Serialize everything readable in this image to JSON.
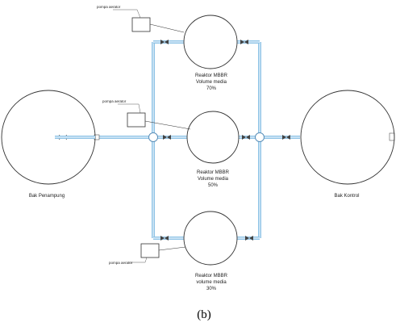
{
  "diagram": {
    "colors": {
      "pipe": "#8fc3e6",
      "pipe_core": "#dcecf8",
      "line": "#333333",
      "background": "#ffffff"
    },
    "tanks": {
      "left_label": "Bak Penampung",
      "right_label": "Bak Kontrol"
    },
    "reactors": [
      {
        "line1": "Reaktor MBBR",
        "line2": "Volume media",
        "line3": "70%"
      },
      {
        "line1": "Reaktor MBBR",
        "line2": "Volume media",
        "line3": "50%"
      },
      {
        "line1": "Reaktor MBBR",
        "line2": "volume media",
        "line3": "30%"
      }
    ],
    "pumps": [
      {
        "label": "pompa aerator"
      },
      {
        "label": "pompa aerator"
      },
      {
        "label": "pompa aerator"
      }
    ],
    "caption": "(b)"
  }
}
